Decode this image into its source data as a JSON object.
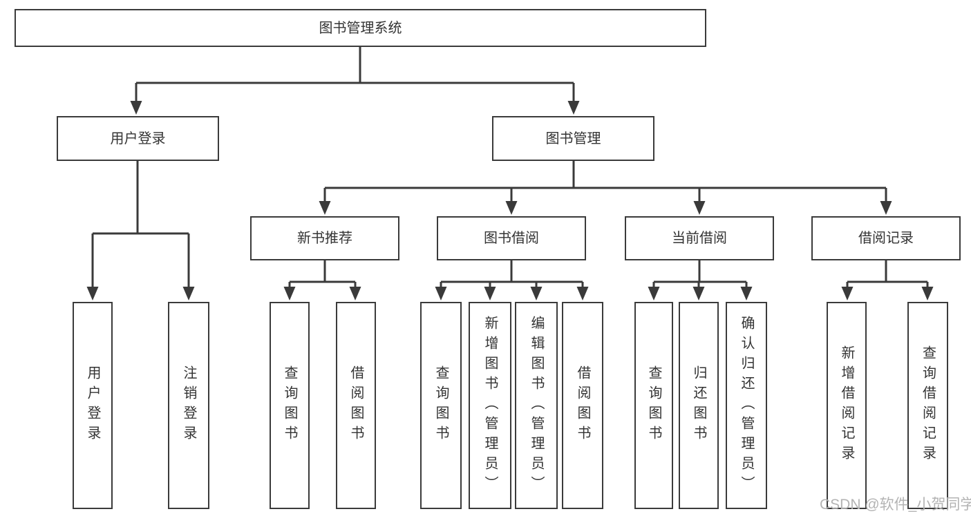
{
  "diagram": {
    "root": {
      "label": "图书管理系统"
    },
    "level2": [
      {
        "id": "user-login",
        "label": "用户登录"
      },
      {
        "id": "book-management",
        "label": "图书管理"
      }
    ],
    "level3": [
      {
        "id": "new-book-recommend",
        "label": "新书推荐"
      },
      {
        "id": "book-borrow",
        "label": "图书借阅"
      },
      {
        "id": "current-borrow",
        "label": "当前借阅"
      },
      {
        "id": "borrow-records",
        "label": "借阅记录"
      }
    ],
    "leaves": {
      "user_login": [
        {
          "label": "用户登录"
        },
        {
          "label": "注销登录"
        }
      ],
      "new_book_recommend": [
        {
          "label": "查询图书"
        },
        {
          "label": "借阅图书"
        }
      ],
      "book_borrow": [
        {
          "label": "查询图书"
        },
        {
          "label": "新增图书（管理员）"
        },
        {
          "label": "编辑图书（管理员）"
        },
        {
          "label": "借阅图书"
        }
      ],
      "current_borrow": [
        {
          "label": "查询图书"
        },
        {
          "label": "归还图书"
        },
        {
          "label": "确认归还（管理员）"
        }
      ],
      "borrow_records": [
        {
          "label": "新增借阅记录"
        },
        {
          "label": "查询借阅记录"
        }
      ]
    }
  },
  "watermark": {
    "text": "CSDN @软件_小贺同学"
  },
  "colors": {
    "line": "#3a3a3a",
    "box_border": "#3a3a3a",
    "text": "#333333",
    "watermark": "#b3b3b3",
    "background": "#ffffff"
  }
}
